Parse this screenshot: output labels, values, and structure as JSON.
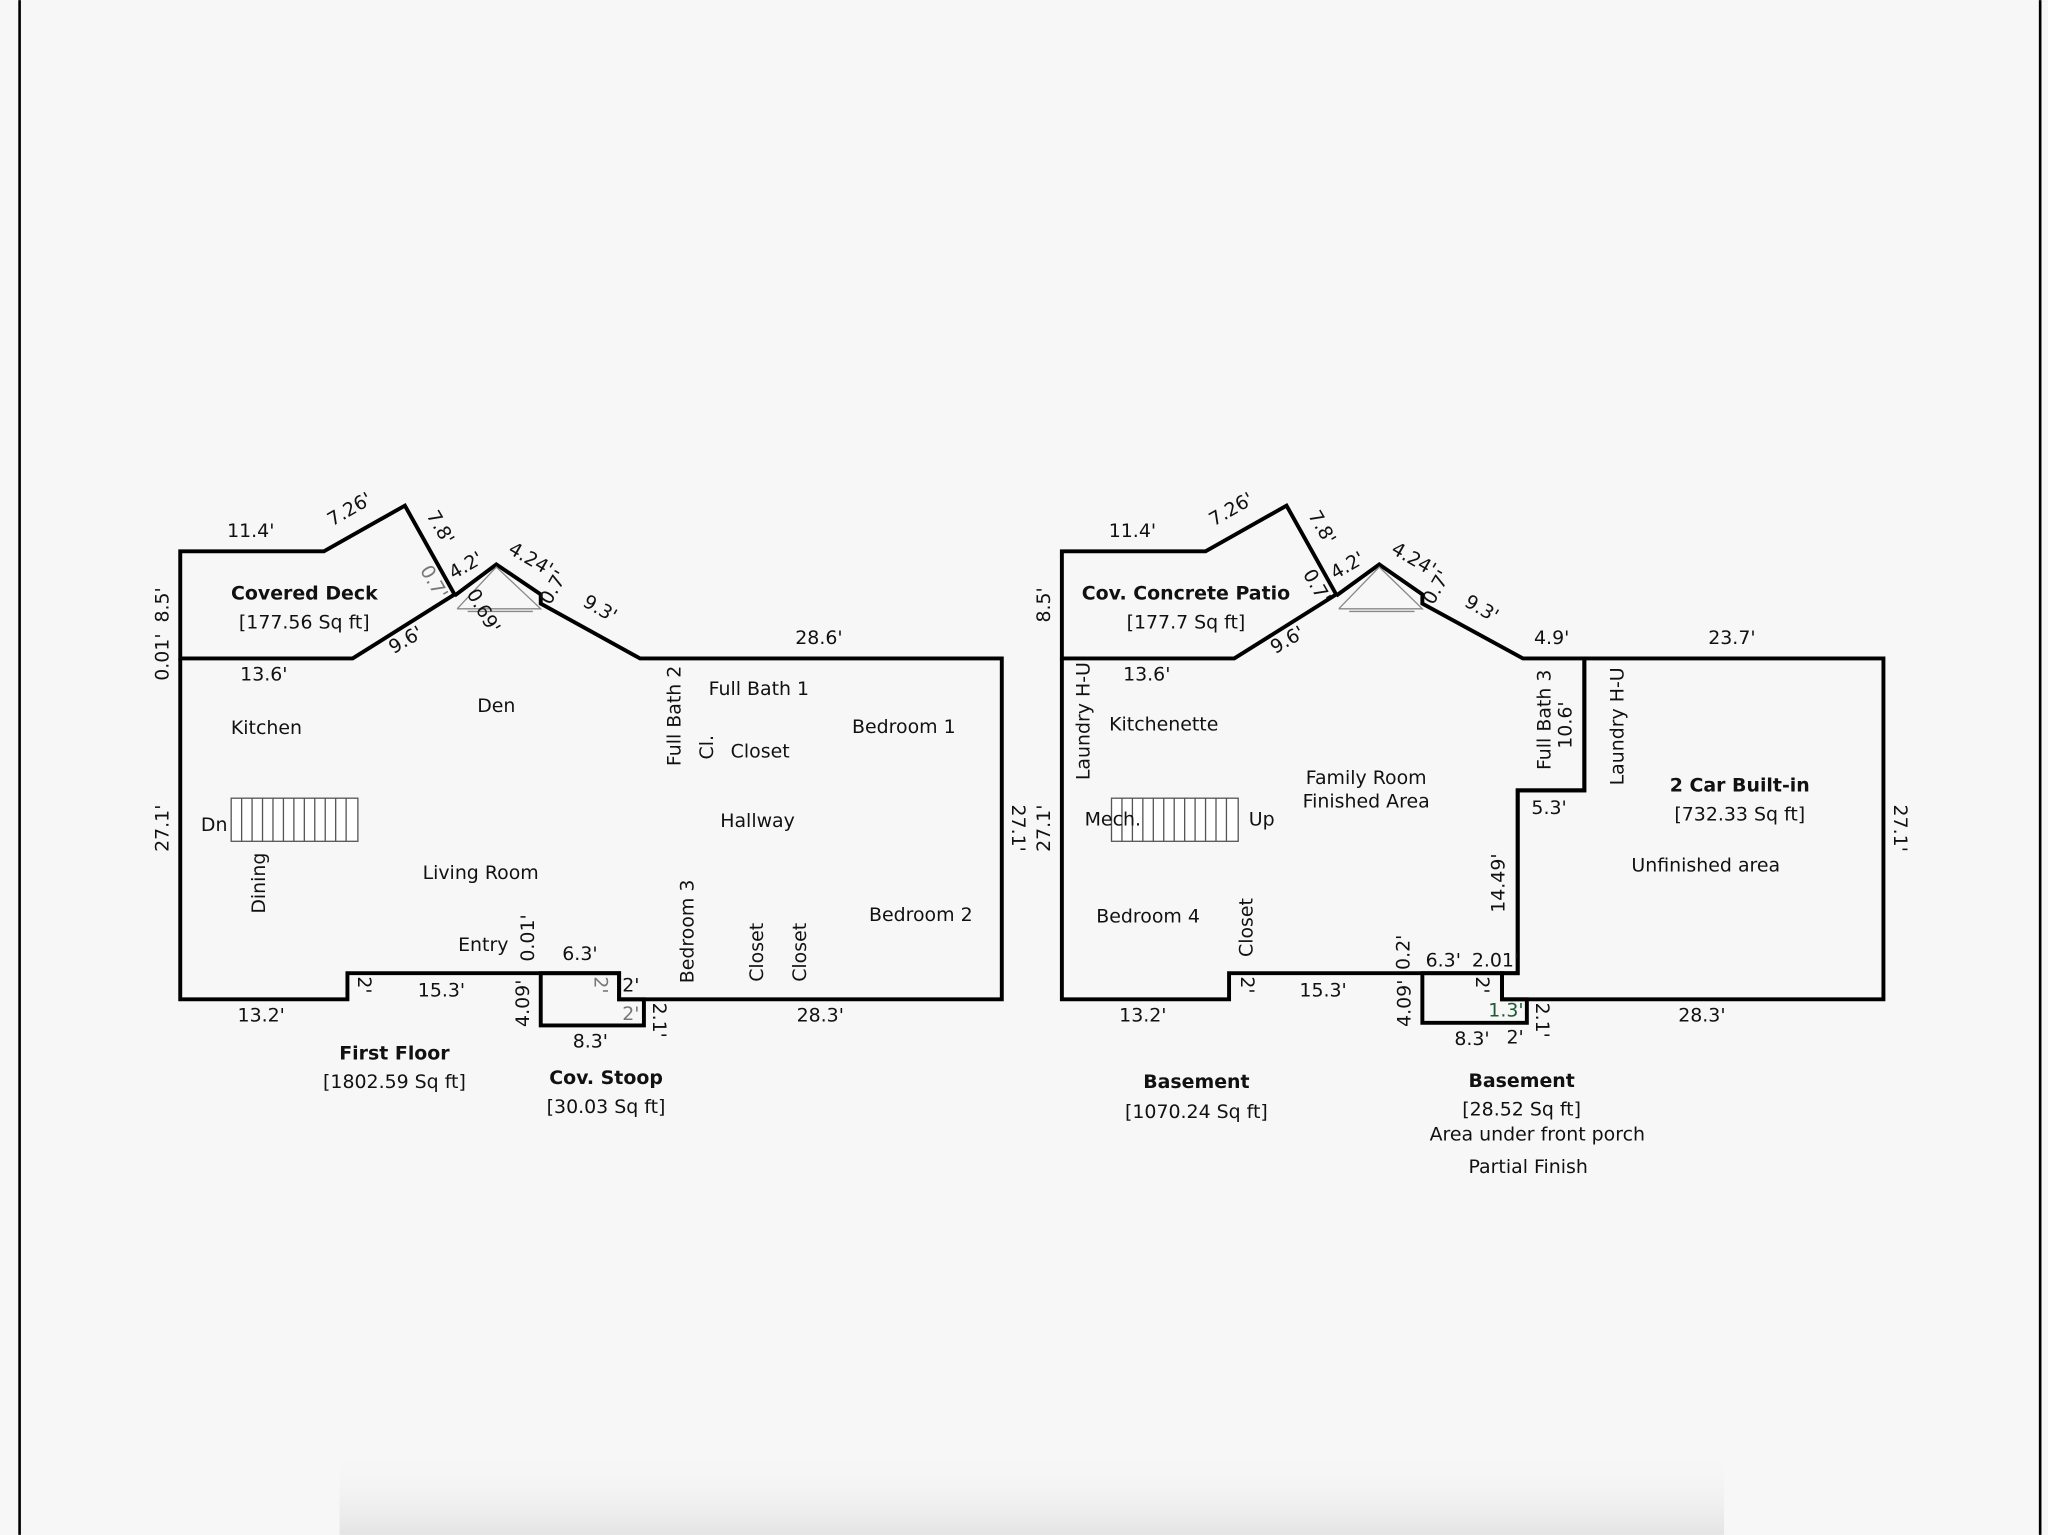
{
  "colors": {
    "covered_deck": "#b89490",
    "stoop": "#d9d9d9",
    "patio": "#b3f5f7",
    "porch_area": "#7ff0b0",
    "garage": "#f7f7b8",
    "background": "#f7f7f7"
  },
  "first_floor": {
    "title": "First Floor",
    "area": "[1802.59 Sq ft]",
    "deck": {
      "title": "Covered Deck",
      "area": "[177.56 Sq ft]"
    },
    "stoop": {
      "title": "Cov. Stoop",
      "area": "[30.03 Sq ft]"
    },
    "rooms": [
      "Kitchen",
      "Den",
      "Full Bath 2",
      "Cl.",
      "Full Bath 1",
      "Closet",
      "Bedroom 1",
      "Dn",
      "Dining",
      "Living Room",
      "Hallway",
      "Entry",
      "Bedroom 3",
      "Closet",
      "Closet",
      "Bedroom 2"
    ],
    "dims": [
      "11.4'",
      "7.26'",
      "7.8'",
      "4.2'",
      "4.24'",
      "0.7'",
      "0.7'",
      "9.3'",
      "0.69'",
      "9.6'",
      "8.5'",
      "0.01'",
      "13.6'",
      "28.6'",
      "27.1'",
      "27.1'",
      "2'",
      "15.3'",
      "0.01'",
      "6.3'",
      "2'",
      "4.09'",
      "2'",
      "2'",
      "2.1'",
      "13.2'",
      "8.3'",
      "28.3'"
    ]
  },
  "basement": {
    "title": "Basement",
    "area": "[1070.24 Sq ft]",
    "patio": {
      "title": "Cov. Concrete Patio",
      "area": "[177.7 Sq ft]"
    },
    "porch": {
      "title": "Basement",
      "area": "[28.52 Sq ft]",
      "note1": "Area under front porch",
      "note2": "Partial Finish"
    },
    "garage": {
      "title": "2 Car Built-in",
      "area": "[732.33 Sq ft]",
      "note": "Unfinished area"
    },
    "rooms": [
      "Laundry H-U",
      "Kitchenette",
      "Family Room",
      "Finished Area",
      "Full Bath 3",
      "Laundry H-U",
      "Mech.",
      "Up",
      "Bedroom 4",
      "Closet"
    ],
    "dims": [
      "11.4'",
      "7.26'",
      "7.8'",
      "4.2'",
      "4.24'",
      "0.7'",
      "0.7'",
      "9.3'",
      "9.6'",
      "8.5'",
      "13.6'",
      "4.9'",
      "23.7'",
      "10.6'",
      "5.3'",
      "27.1'",
      "27.1'",
      "14.49'",
      "0.2'",
      "6.3'",
      "2.01'",
      "2'",
      "15.3'",
      "2'",
      "4.09'",
      "1.3'",
      "2.1'",
      "13.2'",
      "8.3'",
      "2'",
      "28.3'"
    ]
  }
}
